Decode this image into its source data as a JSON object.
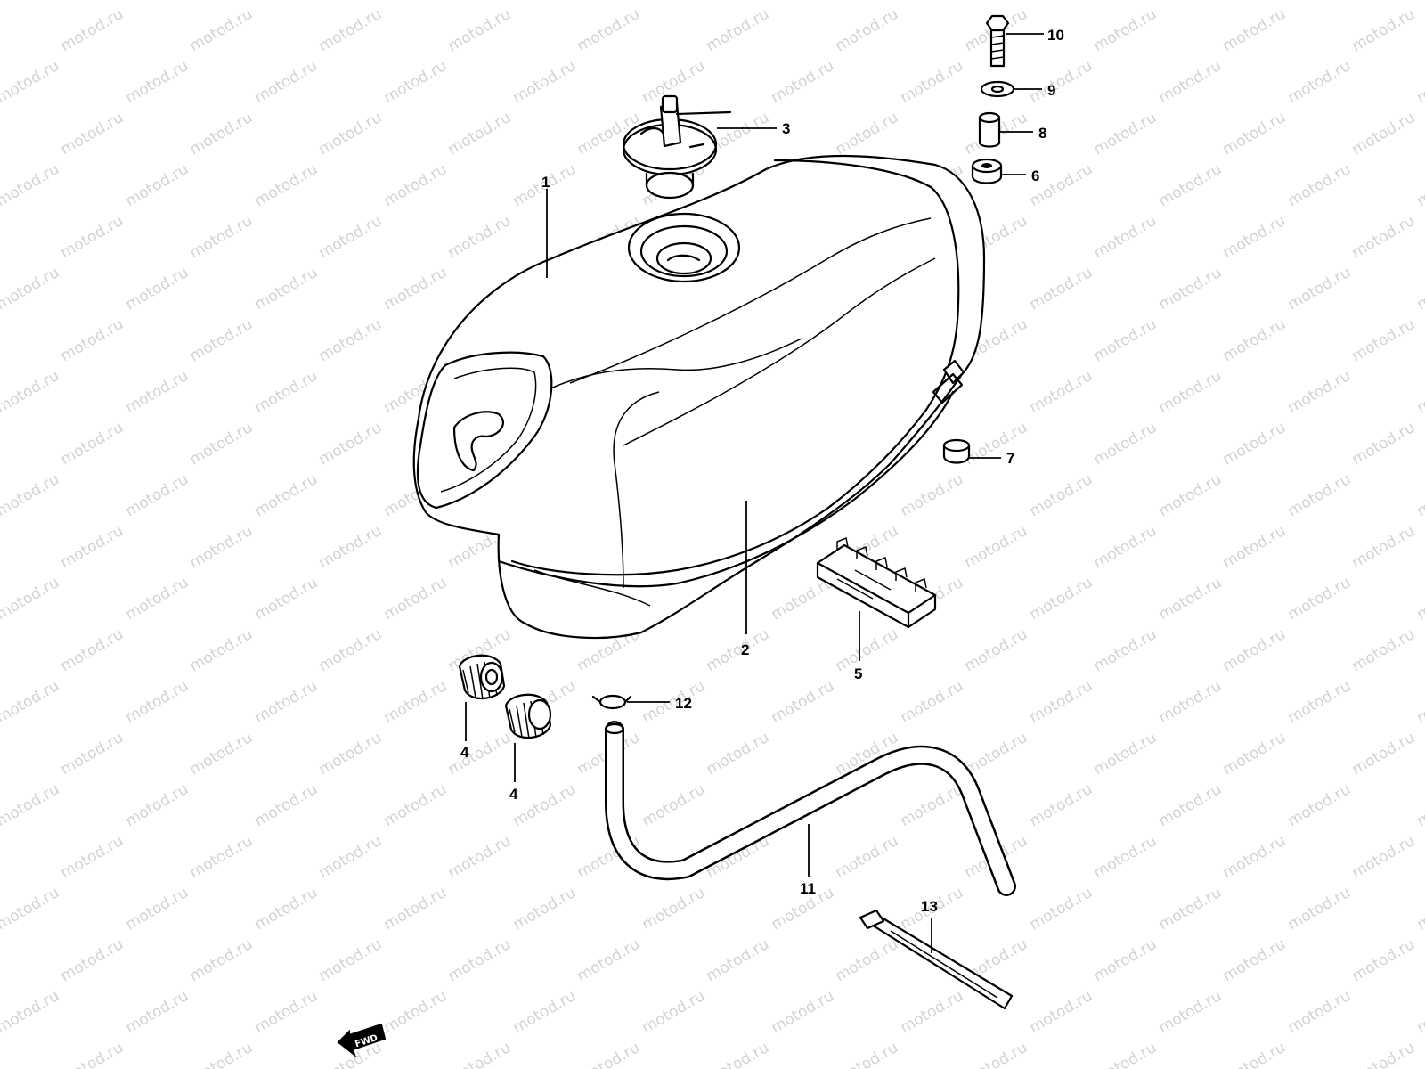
{
  "watermark": "motod.ru",
  "fwd_label": "FWD",
  "callouts": [
    {
      "id": "1",
      "label": "1"
    },
    {
      "id": "2",
      "label": "2"
    },
    {
      "id": "3",
      "label": "3"
    },
    {
      "id": "4a",
      "label": "4"
    },
    {
      "id": "4b",
      "label": "4"
    },
    {
      "id": "5",
      "label": "5"
    },
    {
      "id": "6",
      "label": "6"
    },
    {
      "id": "7",
      "label": "7"
    },
    {
      "id": "8",
      "label": "8"
    },
    {
      "id": "9",
      "label": "9"
    },
    {
      "id": "10",
      "label": "10"
    },
    {
      "id": "11",
      "label": "11"
    },
    {
      "id": "12",
      "label": "12"
    },
    {
      "id": "13",
      "label": "13"
    }
  ],
  "colors": {
    "ink": "#000000",
    "watermark": "#d3d3d3",
    "background": "#ffffff"
  }
}
